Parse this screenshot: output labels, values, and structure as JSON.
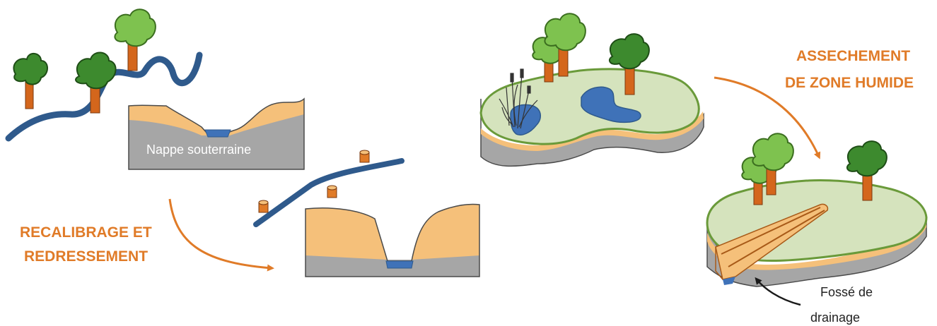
{
  "labels": {
    "recalibrage_line1": "RECALIBRAGE ET",
    "recalibrage_line2": "REDRESSEMENT",
    "assechement_line1": "ASSECHEMENT",
    "assechement_line2": "DE ZONE HUMIDE",
    "nappe": "Nappe souterraine",
    "fosse_line1": "Fossé de",
    "fosse_line2": "drainage"
  },
  "colors": {
    "accent_orange": "#e07b28",
    "river_blue": "#2f5a8c",
    "water_blue": "#3f72b8",
    "soil_tan": "#f5c07a",
    "soil_grey": "#a6a6a6",
    "grass": "#d5e3bd",
    "grass_edge": "#6a9a3a",
    "trunk": "#d4661c",
    "foliage": "#3d8a2e"
  },
  "icons": [
    "tree-icon",
    "stump-icon",
    "reed-icon",
    "arrow-icon"
  ]
}
